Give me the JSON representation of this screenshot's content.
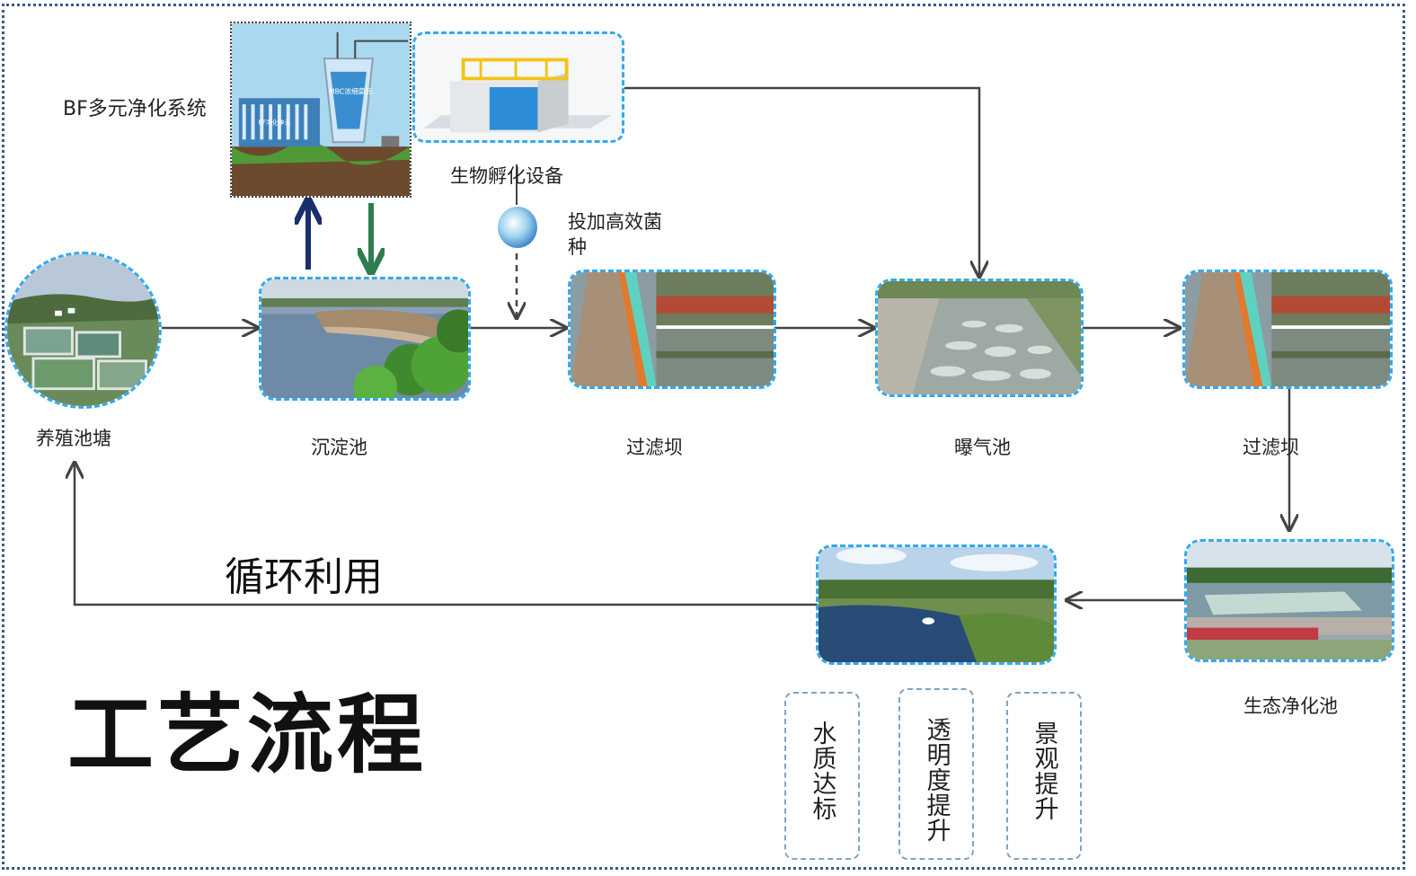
{
  "title": "工艺流程",
  "recycle_label": "循环利用",
  "bf_system": {
    "label": "BF多元净化系统",
    "tower_text": "MBC浓细菌元",
    "unit_text": "BF净化单元"
  },
  "hatch": {
    "label": "生物孵化设备"
  },
  "bacteria": {
    "label_line1": "投加高效菌",
    "label_line2": "种"
  },
  "stages": {
    "pond": "养殖池塘",
    "settle": "沉淀池",
    "filter1": "过滤坝",
    "aeration": "曝气池",
    "filter2": "过滤坝",
    "eco": "生态净化池"
  },
  "outcomes": [
    "水质达标",
    "透明度提升",
    "景观提升"
  ],
  "colors": {
    "node_border": "#33aaee",
    "arrow": "#444444",
    "up_arrow": "#1a2e6e",
    "down_arrow": "#2e7d4f"
  }
}
